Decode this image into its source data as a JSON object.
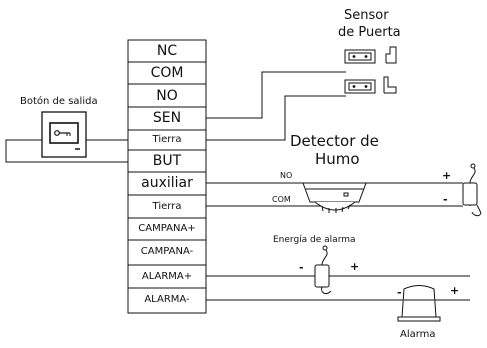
{
  "terminals": [
    "NC",
    "COM",
    "NO",
    "SEN",
    "Tierra",
    "BUT",
    "auxiliar",
    "Tierra",
    "CAMPANA+",
    "CAMPANA-",
    "ALARMA+",
    "ALARMA-"
  ],
  "door_sensor": {
    "title_line1": "Sensor",
    "title_line2": "de Puerta"
  },
  "exit_button": {
    "label": "Botón de salida"
  },
  "smoke_detector": {
    "title_line1": "Detector de",
    "title_line2": "Humo",
    "no_label": "NO",
    "com_label": "COM"
  },
  "alarm_power": {
    "label": "Energía de alarma"
  },
  "alarm": {
    "label": "Alarma"
  },
  "polarity": {
    "plus": "+",
    "minus": "-"
  },
  "colors": {
    "line": "#111111",
    "background": "#ffffff"
  }
}
